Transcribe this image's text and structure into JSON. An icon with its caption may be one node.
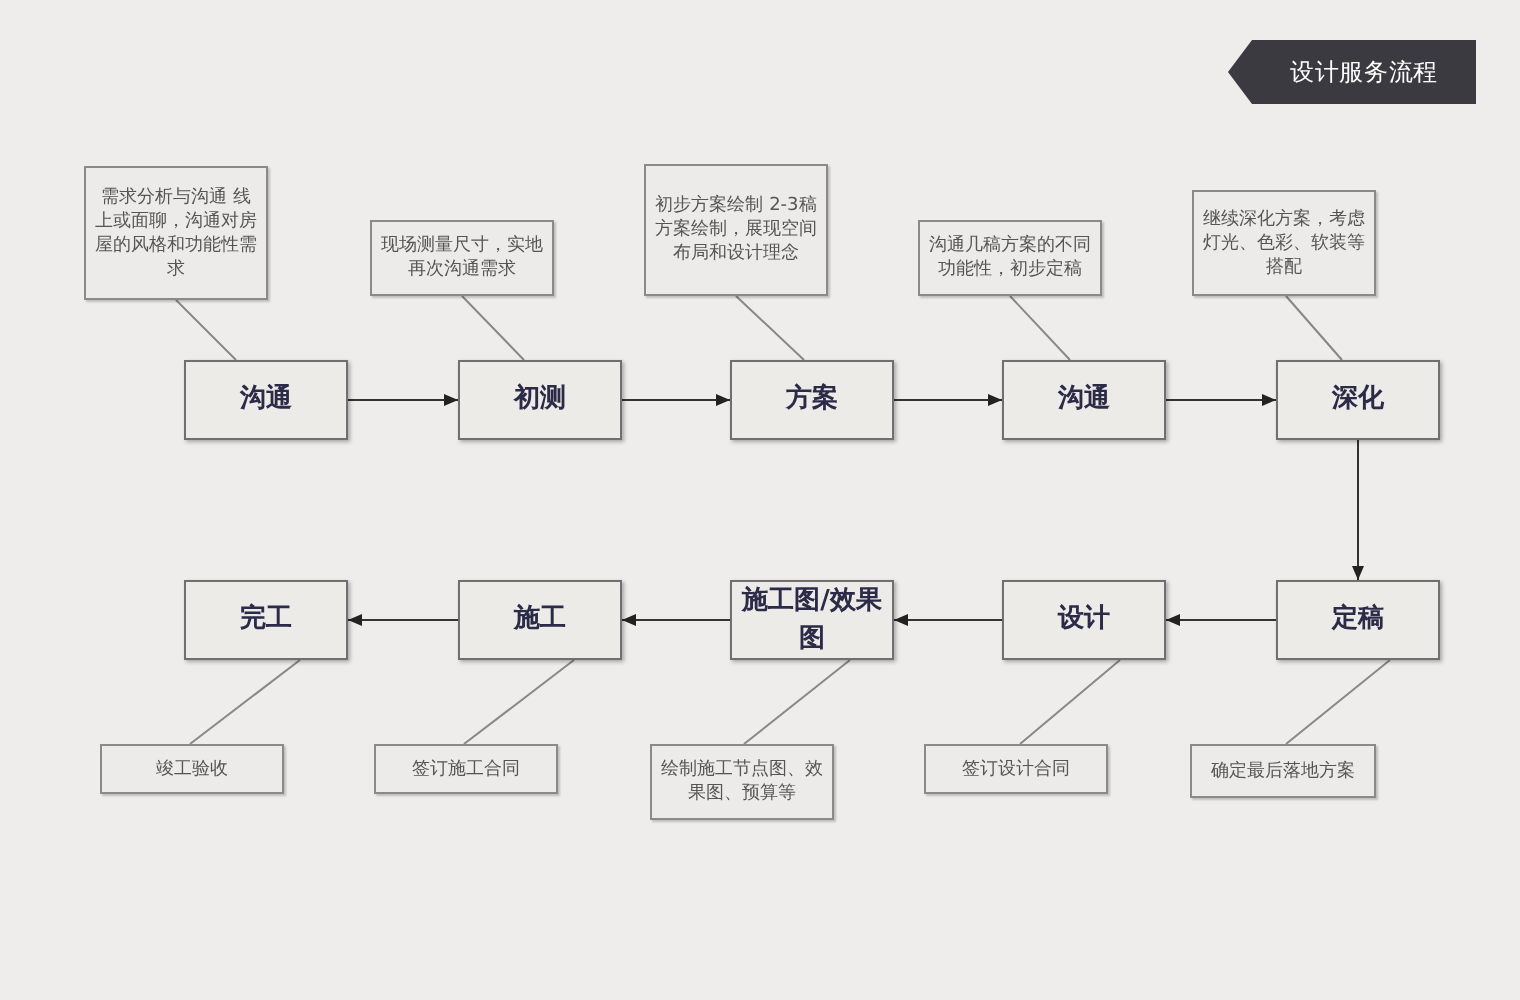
{
  "diagram": {
    "title": "设计服务流程",
    "nodes": [
      {
        "text": [
          "沟通"
        ]
      },
      {
        "text": [
          "初测"
        ]
      },
      {
        "text": [
          "方案"
        ]
      },
      {
        "text": [
          "沟通"
        ]
      },
      {
        "text": [
          "深化"
        ]
      },
      {
        "text": [
          "完工"
        ]
      },
      {
        "text": [
          "施工"
        ]
      },
      {
        "text": [
          "施工图/效果图"
        ]
      },
      {
        "text": [
          "设计"
        ]
      },
      {
        "text": [
          "定稿"
        ]
      },
      {
        "text": [
          "需求分析与沟通 线上或面聊，沟通对房屋的风格和功能性需求"
        ]
      },
      {
        "text": [
          "现场测量尺寸，实地再次沟通需求"
        ]
      },
      {
        "text": [
          "初步方案绘制 2-3稿方案绘制，展现空间布局和设计理念"
        ]
      },
      {
        "text": [
          "沟通几稿方案的不同功能性，初步定稿"
        ]
      },
      {
        "text": [
          "继续深化方案，考虑灯光、色彩、软装等搭配"
        ]
      },
      {
        "text": [
          "竣工验收"
        ]
      },
      {
        "text": [
          "签订施工合同"
        ]
      },
      {
        "text": [
          "绘制施工节点图、效果图、预算等"
        ]
      },
      {
        "text": [
          "签订设计合同"
        ]
      },
      {
        "text": [
          "确定最后落地方案"
        ]
      }
    ],
    "edges": [
      {
        "from": 0,
        "to": 1,
        "arrow": "to"
      },
      {
        "from": 1,
        "to": 2,
        "arrow": "to"
      },
      {
        "from": 2,
        "to": 3,
        "arrow": "to"
      },
      {
        "from": 3,
        "to": 4,
        "arrow": "to"
      },
      {
        "from": 4,
        "to": 9,
        "arrow": "to"
      },
      {
        "from": 9,
        "to": 8,
        "arrow": "to"
      },
      {
        "from": 8,
        "to": 7,
        "arrow": "to"
      },
      {
        "from": 7,
        "to": 6,
        "arrow": "to"
      },
      {
        "from": 6,
        "to": 5,
        "arrow": "to"
      },
      {
        "from": 10,
        "to": 0,
        "arrow": "none"
      },
      {
        "from": 11,
        "to": 1,
        "arrow": "none"
      },
      {
        "from": 12,
        "to": 2,
        "arrow": "none"
      },
      {
        "from": 13,
        "to": 3,
        "arrow": "none"
      },
      {
        "from": 14,
        "to": 4,
        "arrow": "none"
      },
      {
        "from": 5,
        "to": 15,
        "arrow": "none"
      },
      {
        "from": 6,
        "to": 16,
        "arrow": "none"
      },
      {
        "from": 7,
        "to": 17,
        "arrow": "none"
      },
      {
        "from": 8,
        "to": 18,
        "arrow": "none"
      },
      {
        "from": 9,
        "to": 19,
        "arrow": "none"
      }
    ]
  }
}
